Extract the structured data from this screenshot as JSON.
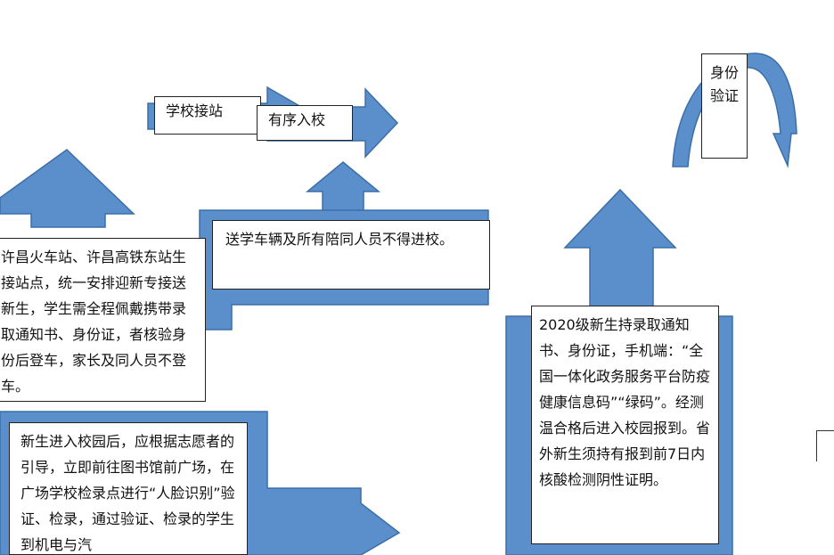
{
  "colors": {
    "arrow_fill": "#5b8fcc",
    "arrow_stroke": "#3c6fa8",
    "box_border": "#222222"
  },
  "labels": {
    "school_pickup": "学校接站",
    "orderly_entry": "有序入校",
    "identity": "身份验证"
  },
  "notes": {
    "pickup_points": "许昌火车站、许昌高铁东站生接站点，统一安排迎新专接送新生，学生需全程佩戴携带录取通知书、身份证，者核验身份后登车，家长及同人员不登车。",
    "vehicles": "送学车辆及所有陪同人员不得进校。",
    "arrival": "新生进入校园后，应根据志愿者的引导，立即前往图书馆前广场，在广场学校检录点进行“人脸识别”验证、检录，通过验证、检录的学生到机电与汽",
    "registration": "2020级新生持录取通知书、身份证，手机端：“全国一体化政务服务平台防疫健康信息码”“绿码”。经测温合格后进入校园报到。省外新生须持有报到前7日内核酸检测阴性证明。"
  }
}
